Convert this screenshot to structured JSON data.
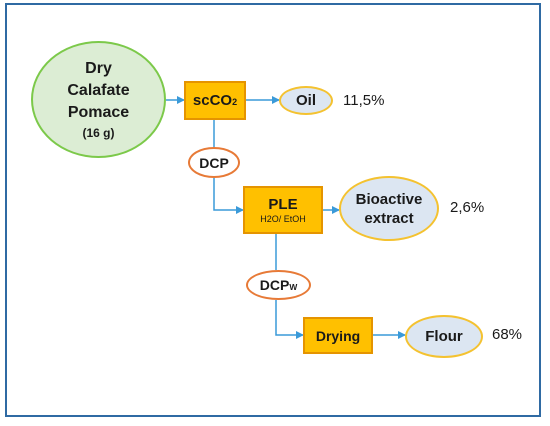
{
  "colors": {
    "frame": "#2f6aa3",
    "arrow": "#3a9ad9",
    "process_box": "#ffc000",
    "process_box_border": "#e59400",
    "start_fill": "#dcedd4",
    "start_border": "#7cc94a",
    "product_fill": "#dce6f2",
    "product_border": "#f4c230",
    "intermediate_border": "#e77a37"
  },
  "start": {
    "line1": "Dry",
    "line2": "Calafate",
    "line3": "Pomace",
    "mass": "(16 g)"
  },
  "steps": {
    "scco2": {
      "main": "scCO",
      "sub": "2"
    },
    "ple": {
      "title": "PLE",
      "solvents": "H2O/ EtOH"
    },
    "drying": {
      "label": "Drying"
    }
  },
  "intermediates": {
    "dcp": "DCP",
    "dcpw": {
      "main": "DCP",
      "sub": "W"
    }
  },
  "products": {
    "oil": {
      "label": "Oil",
      "yield": "11,5%"
    },
    "extract": {
      "line1": "Bioactive",
      "line2": "extract",
      "yield": "2,6%"
    },
    "flour": {
      "label": "Flour",
      "yield": "68%"
    }
  }
}
